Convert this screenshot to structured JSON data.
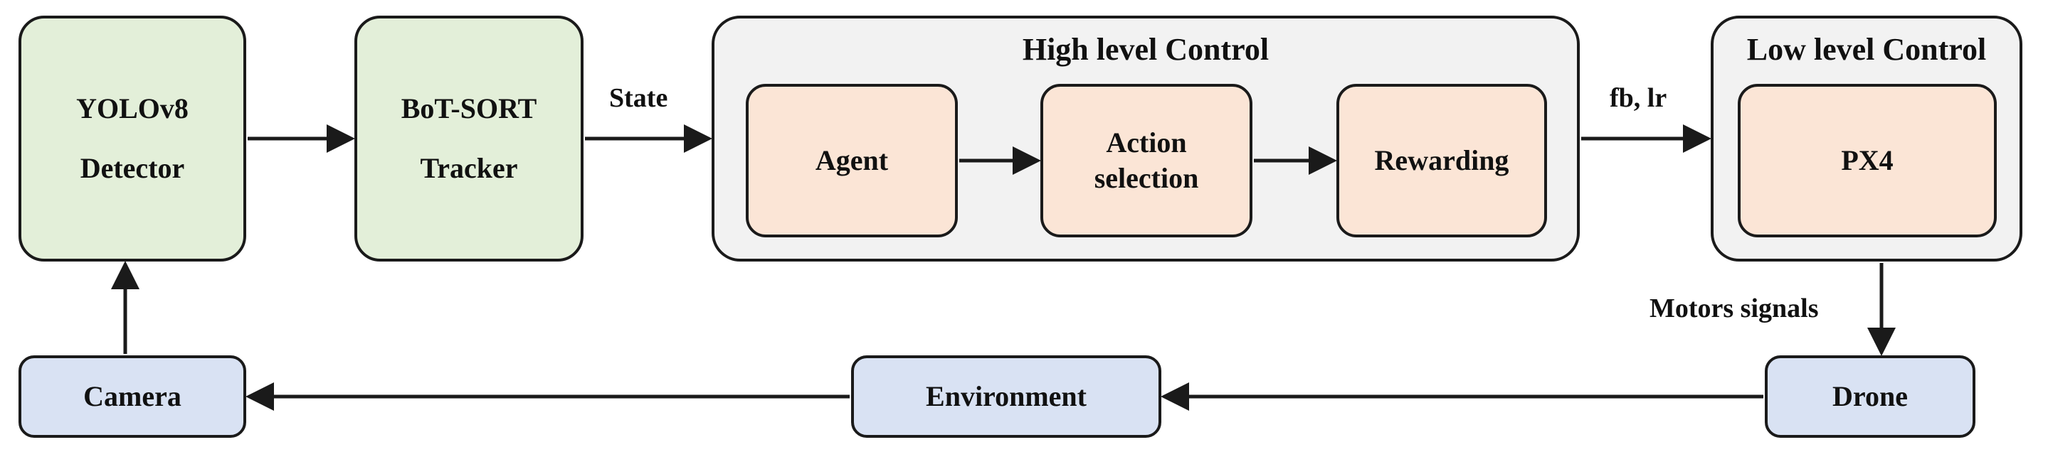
{
  "nodes": {
    "yolo": {
      "line1": "YOLOv8",
      "line2": "Detector"
    },
    "botsort": {
      "line1": "BoT-SORT",
      "line2": "Tracker"
    },
    "agent": {
      "label": "Agent"
    },
    "action": {
      "line1": "Action",
      "line2": "selection"
    },
    "rewarding": {
      "label": "Rewarding"
    },
    "px4": {
      "label": "PX4"
    },
    "camera": {
      "label": "Camera"
    },
    "environment": {
      "label": "Environment"
    },
    "drone": {
      "label": "Drone"
    }
  },
  "groups": {
    "high_level": {
      "title": "High level Control"
    },
    "low_level": {
      "title": "Low level Control"
    }
  },
  "edge_labels": {
    "state": "State",
    "fb_lr": "fb, lr",
    "motors": "Motors signals"
  },
  "colors": {
    "detector_fill": "#e3efd9",
    "control_fill": "#fbe5d6",
    "io_fill": "#d9e2f3",
    "group_fill": "#f2f2f2",
    "stroke": "#1a1a1a"
  }
}
